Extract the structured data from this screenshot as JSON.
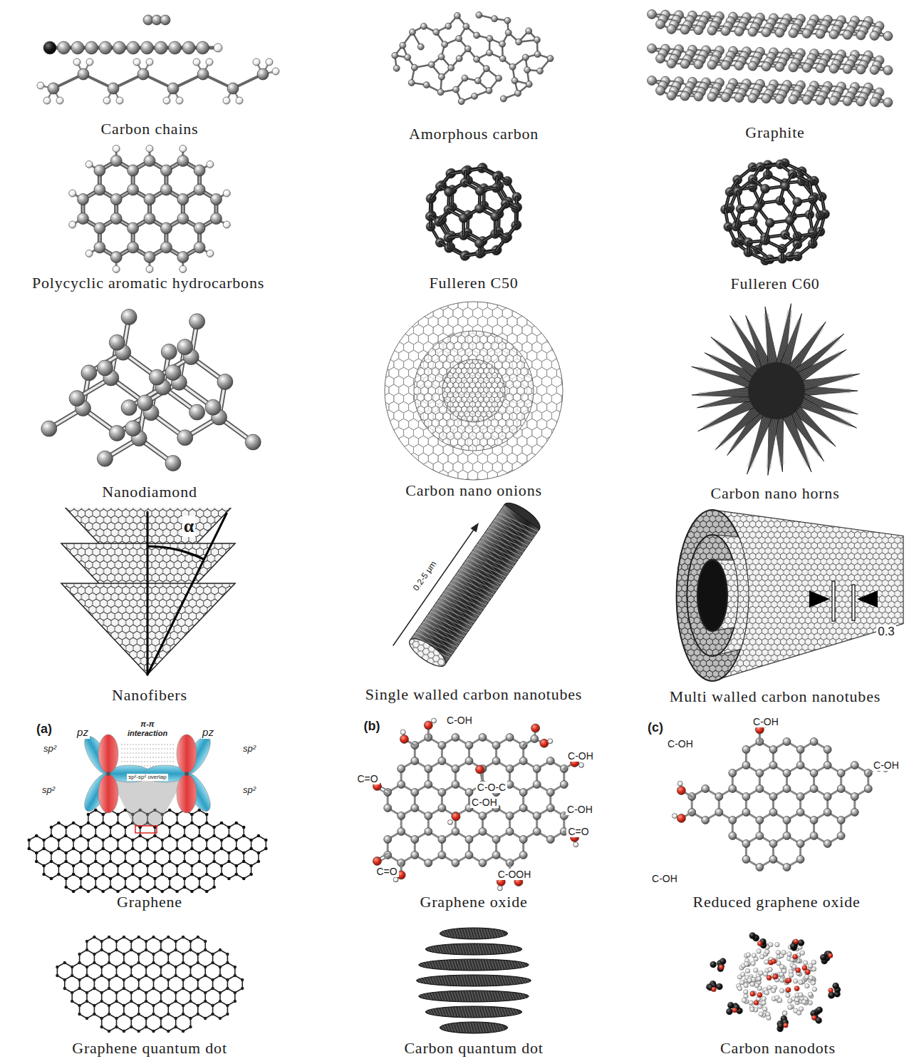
{
  "diagram": {
    "labels": [
      "Carbon chains",
      "Amorphous carbon",
      "Graphite",
      "Polycyclic aromatic hydrocarbons",
      "Fulleren C50",
      "Fulleren C60",
      "Nanodiamond",
      "Carbon nano onions",
      "Carbon nano horns",
      "α",
      "0.2-5 μm",
      "0.3",
      "Nanofibers",
      "Single walled carbon nanotubes",
      "Multi walled carbon nanotubes",
      "(a)",
      "pz",
      "π-π interaction",
      "pz",
      "sp²",
      "sp²-sp² overlap",
      "sp²",
      "sp²",
      "sp²",
      "(b)",
      "C-OH",
      "C-OH",
      "C=O",
      "C-O-C",
      "C-OH",
      "C-OH",
      "C=O",
      "C=O",
      "C-OOH",
      "(c)",
      "C-OH",
      "C-OH",
      "C-OH",
      "C-OH",
      "Graphene",
      "Graphene oxide",
      "Reduced graphene oxide",
      "Graphene quantum dot",
      "Carbon quantum dot",
      "Carbon nanodots"
    ]
  }
}
